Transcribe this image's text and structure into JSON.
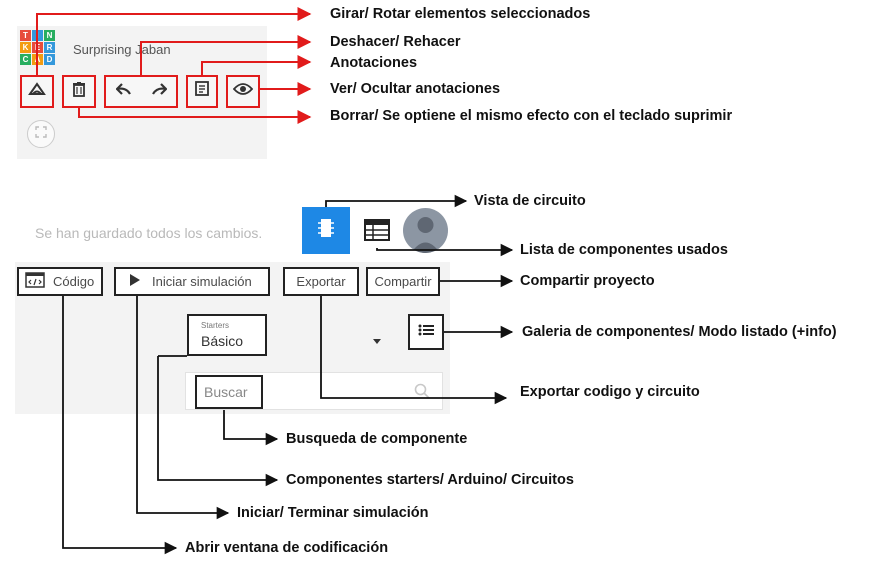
{
  "editor": {
    "project_name": "Surprising Jaban",
    "logo_letters": [
      "T",
      "I",
      "N",
      "K",
      "E",
      "R",
      "C",
      "A",
      "D"
    ],
    "logo_colors": [
      "#e74c3c",
      "#3498db",
      "#27ae60",
      "#f39c12",
      "#e74c3c",
      "#3498db",
      "#27ae60",
      "#f39c12",
      "#3498db"
    ]
  },
  "status": {
    "saved_text": "Se han guardado todos los cambios."
  },
  "buttons": {
    "code": "Código",
    "start_simulation": "Iniciar simulación",
    "export": "Exportar",
    "share": "Compartir"
  },
  "starters": {
    "caption": "Starters",
    "selected": "Básico"
  },
  "search": {
    "placeholder": "Buscar"
  },
  "callouts": {
    "rotate": "Girar/ Rotar elementos seleccionados",
    "undo_redo": "Deshacer/ Rehacer",
    "notes": "Anotaciones",
    "show_hide_notes": "Ver/ Ocultar anotaciones",
    "delete": "Borrar/ Se optiene el mismo efecto con el teclado suprimir",
    "circuit_view": "Vista de circuito",
    "components_list": "Lista de componentes usados",
    "share_project": "Compartir proyecto",
    "gallery": "Galeria de componentes/ Modo listado (+info)",
    "export_code": "Exportar codigo y circuito",
    "search_component": "Busqueda de componente",
    "starters_components": "Componentes starters/ Arduino/ Circuitos",
    "start_stop_sim": "Iniciar/ Terminar simulación",
    "open_code_window": "Abrir ventana de codificación"
  },
  "colors": {
    "annotation_red": "#e11b1b",
    "accent_blue": "#1e88e5",
    "panel_gray": "#f3f3f3"
  }
}
